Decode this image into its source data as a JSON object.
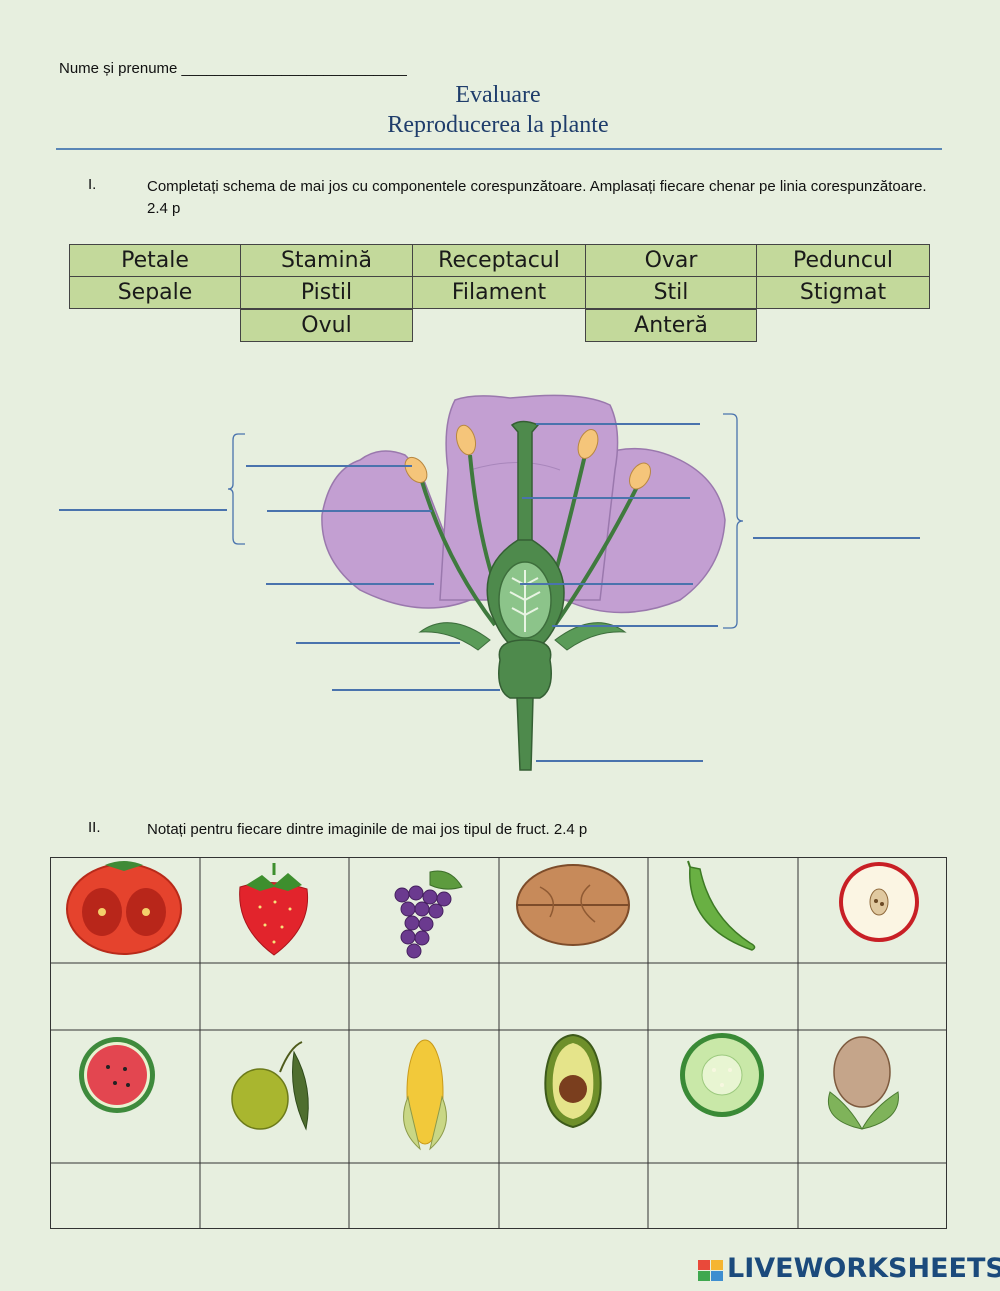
{
  "header": {
    "name_label": "Nume și prenume ___________________________",
    "title_line1": "Evaluare",
    "title_line2": "Reproducerea la plante"
  },
  "section1": {
    "number": "I.",
    "instruction": "Completați schema de mai jos cu componentele corespunzătoare. Amplasați fiecare chenar pe linia corespunzătoare. 2.4 p",
    "word_boxes": [
      "Petale",
      "Stamină",
      "Receptacul",
      "Ovar",
      "Peduncul",
      "Sepale",
      "Pistil",
      "Filament",
      "Stil",
      "Stigmat",
      "Ovul",
      "Anteră"
    ]
  },
  "section2": {
    "number": "II.",
    "instruction": "Notați pentru fiecare dintre imaginile de mai jos tipul de fruct. 2.4 p",
    "fruit_icons_row1": [
      "tomato-icon",
      "strawberry-icon",
      "grapes-icon",
      "walnut-icon",
      "pea-pod-icon",
      "apple-icon"
    ],
    "fruit_icons_row2": [
      "watermelon-icon",
      "olive-icon",
      "corn-icon",
      "avocado-icon",
      "cucumber-icon",
      "hazelnut-icon"
    ]
  },
  "colors": {
    "background": "#e7efdf",
    "box_fill": "#c3d99b",
    "title": "#1f3d6b",
    "petal": "#c39fd2",
    "stem": "#4e8a4c",
    "answer_line": "#4a73ad"
  },
  "brand": {
    "text": "LIVEWORKSHEETS"
  }
}
